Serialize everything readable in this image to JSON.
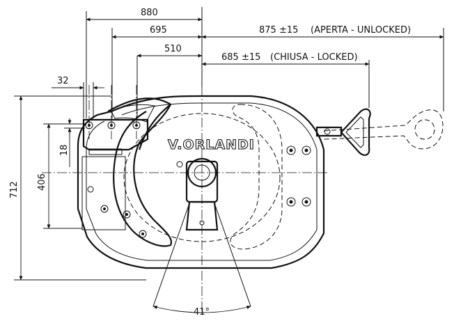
{
  "brand_text": "V.ORLANDI",
  "dimensions": {
    "d880": "880",
    "d695": "695",
    "d510": "510",
    "d875": "875 ±15",
    "d875_note": "(APERTA - UNLOCKED)",
    "d685": "685 ±15",
    "d685_note": "(CHIUSA - LOCKED)",
    "d32": "32",
    "d18": "18",
    "d406": "406",
    "d712": "712",
    "angle": "41°"
  }
}
